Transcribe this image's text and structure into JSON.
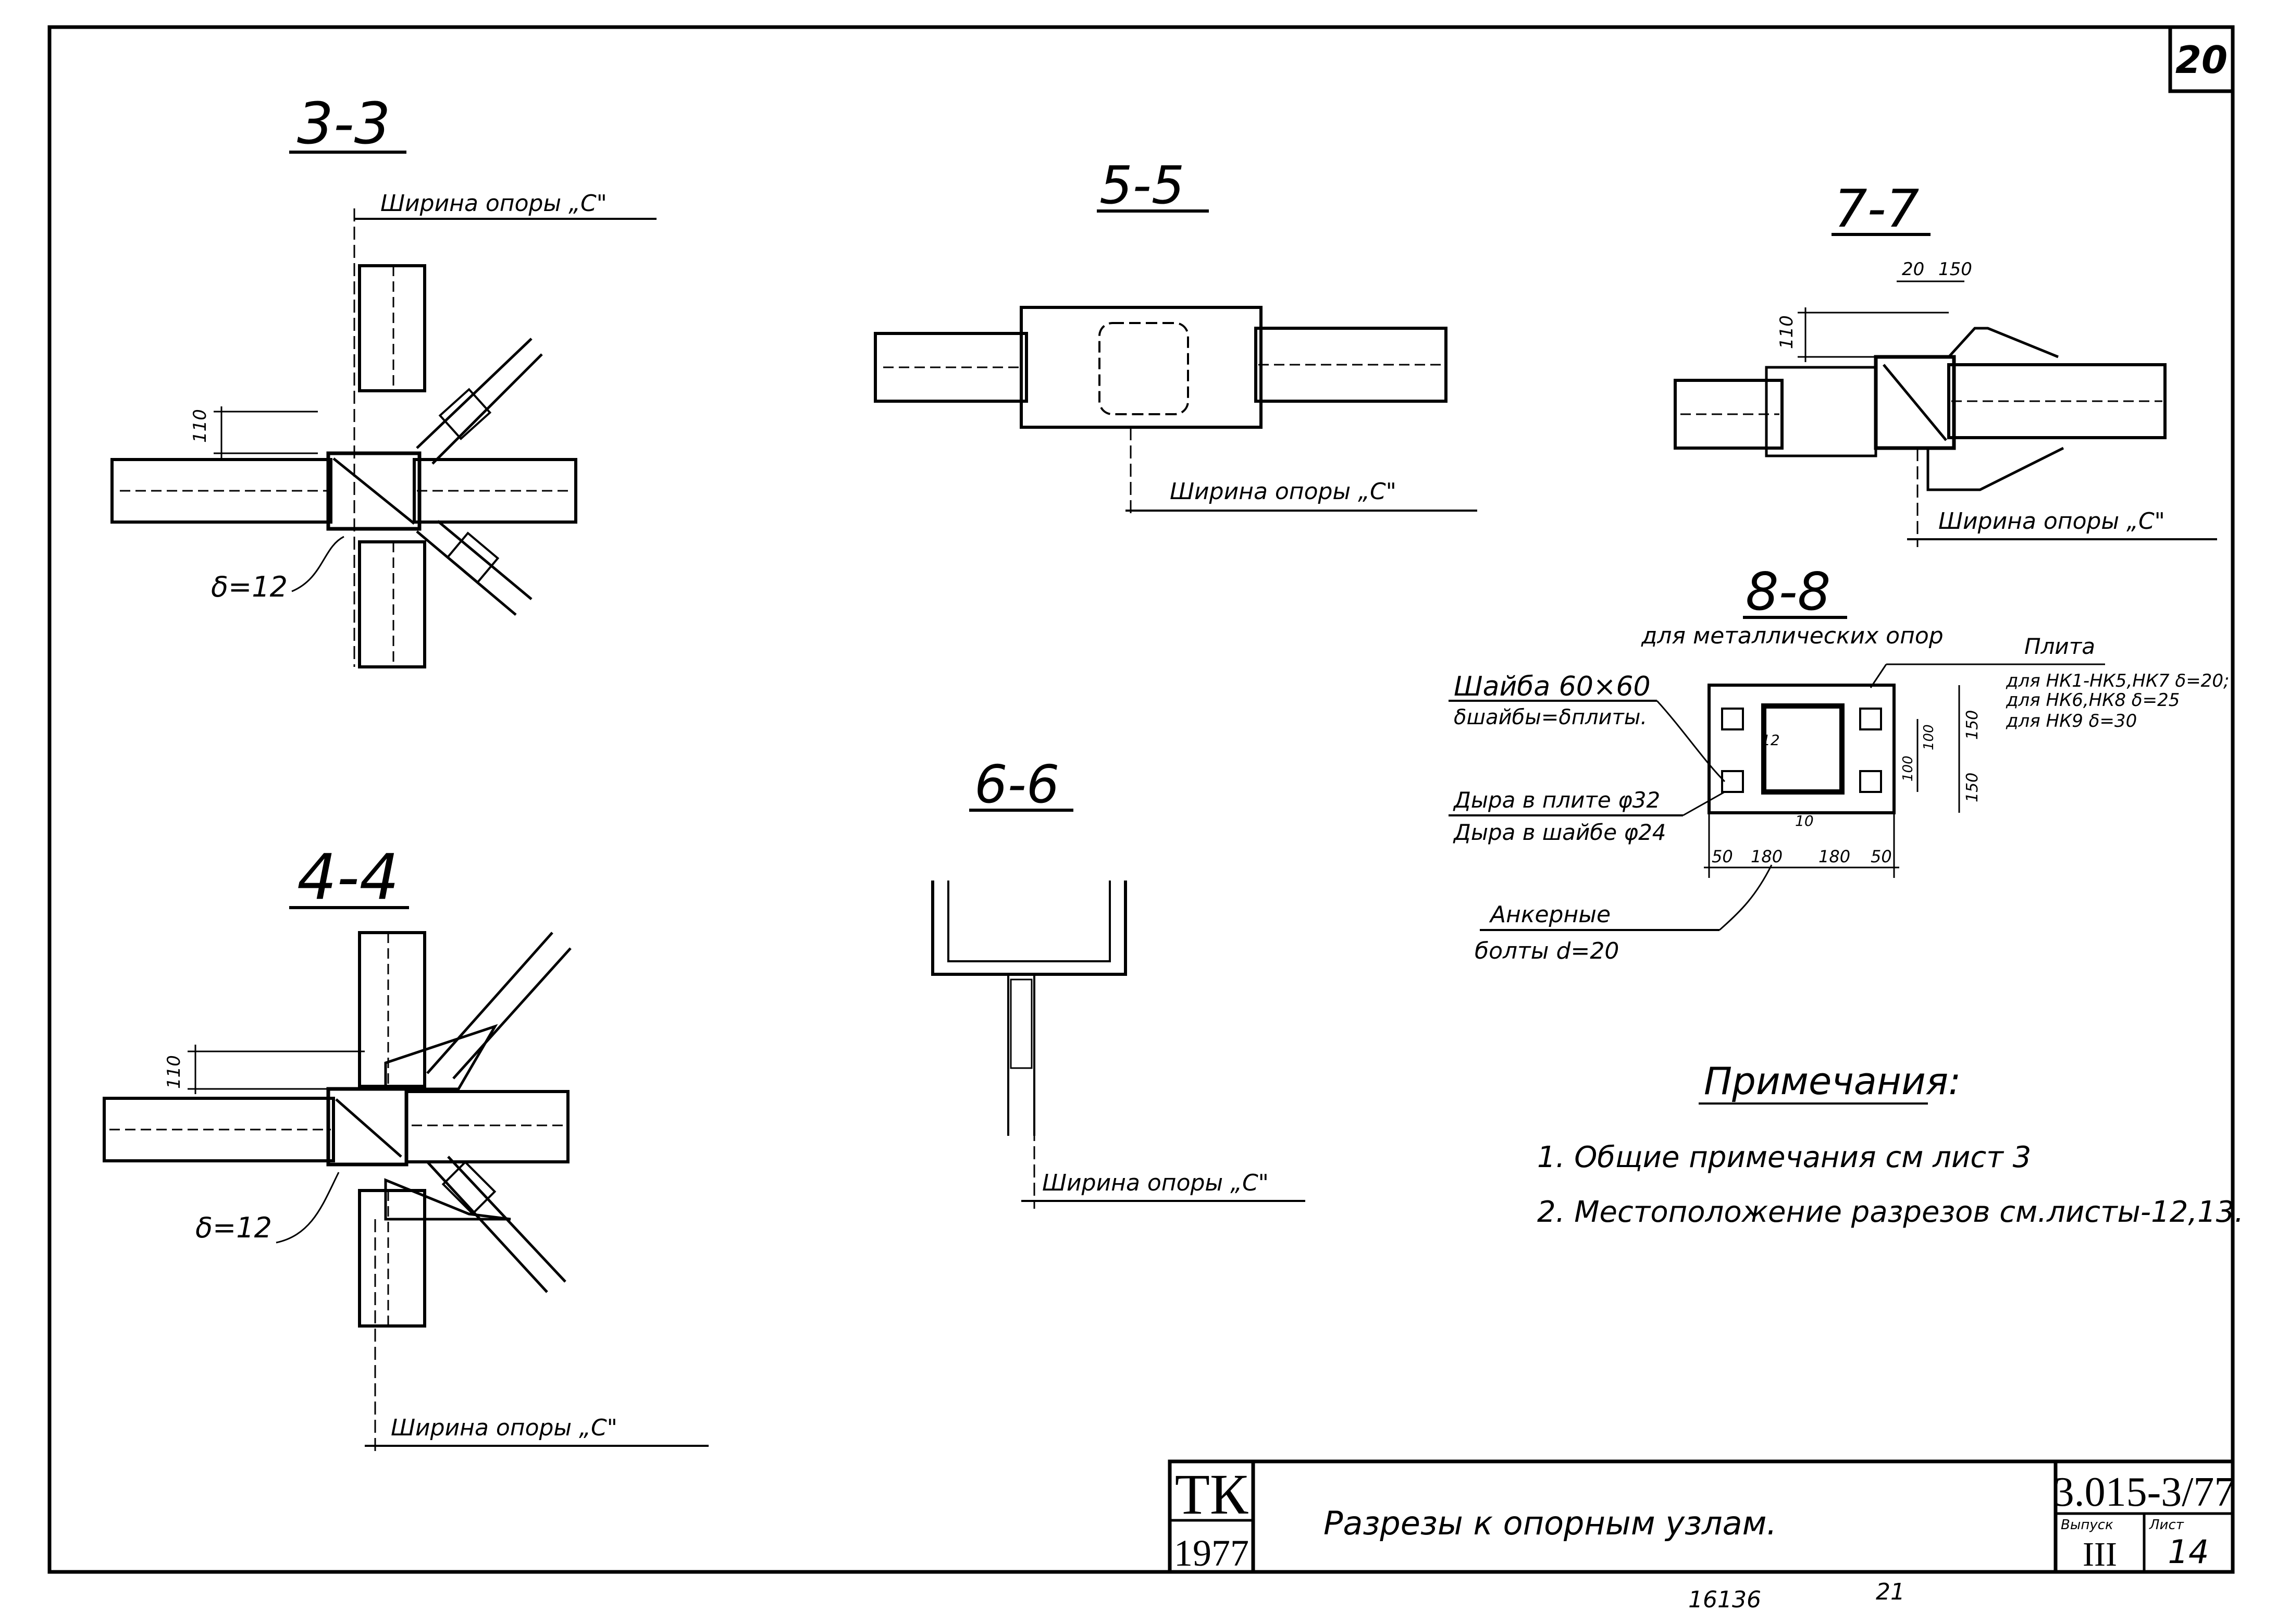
{
  "sheet_number": "20",
  "sections": {
    "s33": "3-3",
    "s44": "4-4",
    "s55": "5-5",
    "s66": "6-6",
    "s77": "7-7",
    "s88": "8-8",
    "s88_sub": "для металлических опор"
  },
  "labels": {
    "support_width": "Ширина опоры „C\"",
    "delta12": "δ=12",
    "dim_110": "110",
    "dim_20": "20",
    "dim_150": "150",
    "plate": "Плита",
    "plate_spec1": "для НК1-НК5,НК7 δ=20;",
    "plate_spec2": "для НК6,НК8 δ=25",
    "plate_spec3": "для НК9 δ=30",
    "washer": "Шайба 60×60",
    "washer_thk": "δшайбы=δплиты.",
    "hole_plate": "Дыра в плите φ32",
    "hole_washer": "Дыра в шайбе φ24",
    "anchor1": "Анкерные",
    "anchor2": "болты d=20",
    "d88_50a": "50",
    "d88_180a": "180",
    "d88_180b": "180",
    "d88_50b": "50",
    "d88_150a": "150",
    "d88_150b": "150",
    "d88_100a": "100",
    "d88_100b": "100",
    "d88_12": "12",
    "d88_10": "10"
  },
  "notes": {
    "title": "Примечания:",
    "n1": "1. Общие примечания см лист 3",
    "n2": "2. Местоположение разрезов см.листы-12,13."
  },
  "title_block": {
    "tk": "ТК",
    "year": "1977",
    "title": "Разрезы к опорным узлам.",
    "code": "3.015-3/77",
    "issue_label": "Выпуск",
    "issue": "III",
    "sheet_label": "Лист",
    "sheet": "14"
  },
  "footer": {
    "inv": "16136",
    "num": "21"
  }
}
